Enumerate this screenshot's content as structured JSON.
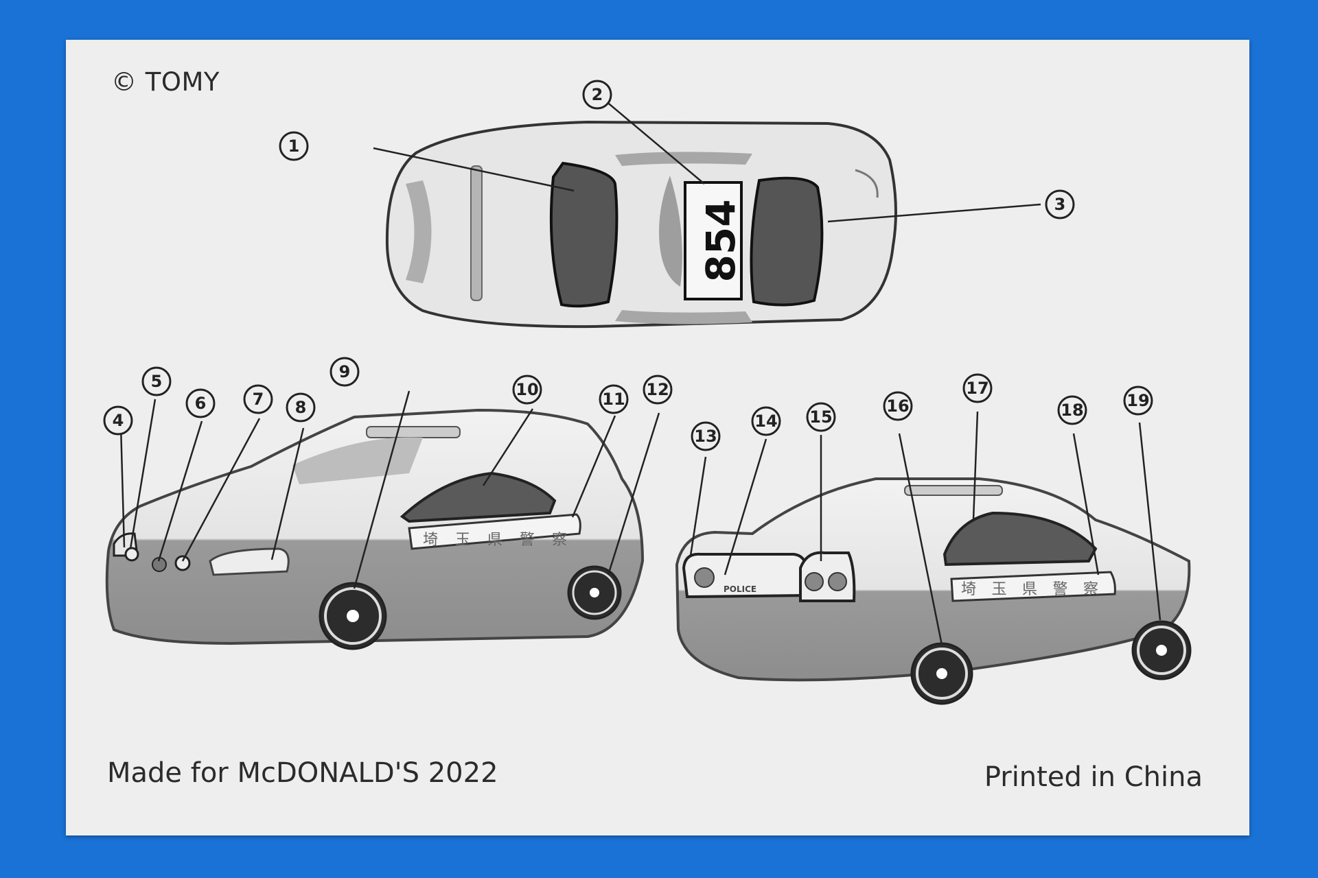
{
  "card": {
    "copyright": "© TOMY",
    "made_for": "Made for McDONALD'S 2022",
    "printed_in": "Printed in China",
    "plate_number": "854",
    "rear_label": "POLICE",
    "door_text_front": "埼玉県警察",
    "door_text_rear": "埼玉県警察"
  },
  "callouts": [
    "1",
    "2",
    "3",
    "4",
    "5",
    "6",
    "7",
    "8",
    "9",
    "10",
    "11",
    "12",
    "13",
    "14",
    "15",
    "16",
    "17",
    "18",
    "19"
  ]
}
